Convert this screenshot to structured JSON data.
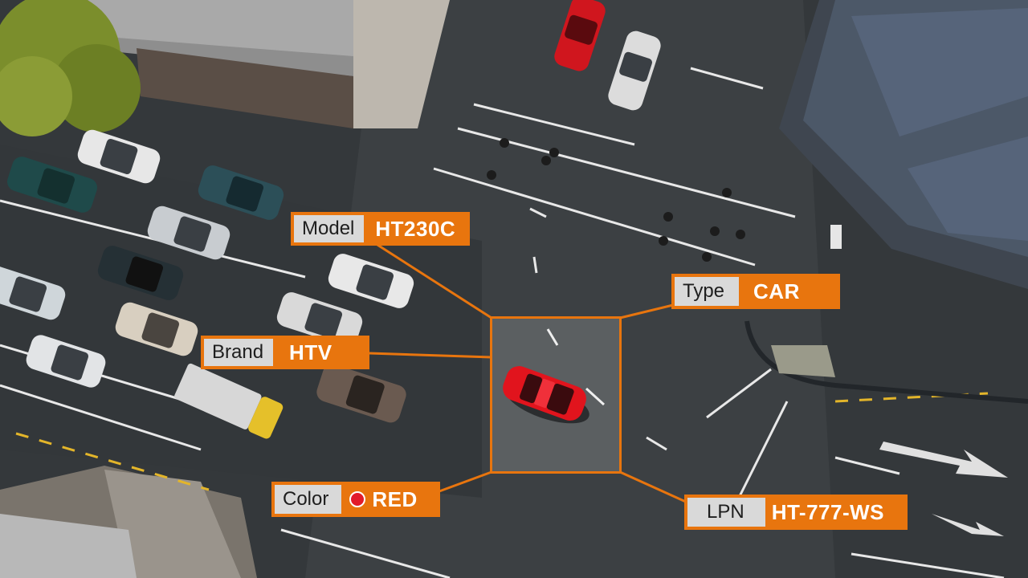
{
  "overlay": {
    "accent_color": "#e8750e",
    "labels": [
      {
        "key": "Model",
        "value": "HT230C"
      },
      {
        "key": "Brand",
        "value": "HTV"
      },
      {
        "key": "Color",
        "value": "RED",
        "swatch": "#e21b2a"
      },
      {
        "key": "Type",
        "value": "CAR"
      },
      {
        "key": "LPN",
        "value": "HT-777-WS"
      }
    ]
  },
  "scene": {
    "description_icons": [
      "road-intersection",
      "target-car",
      "parked-cars",
      "pedestrians",
      "solar-roof",
      "tree"
    ]
  }
}
